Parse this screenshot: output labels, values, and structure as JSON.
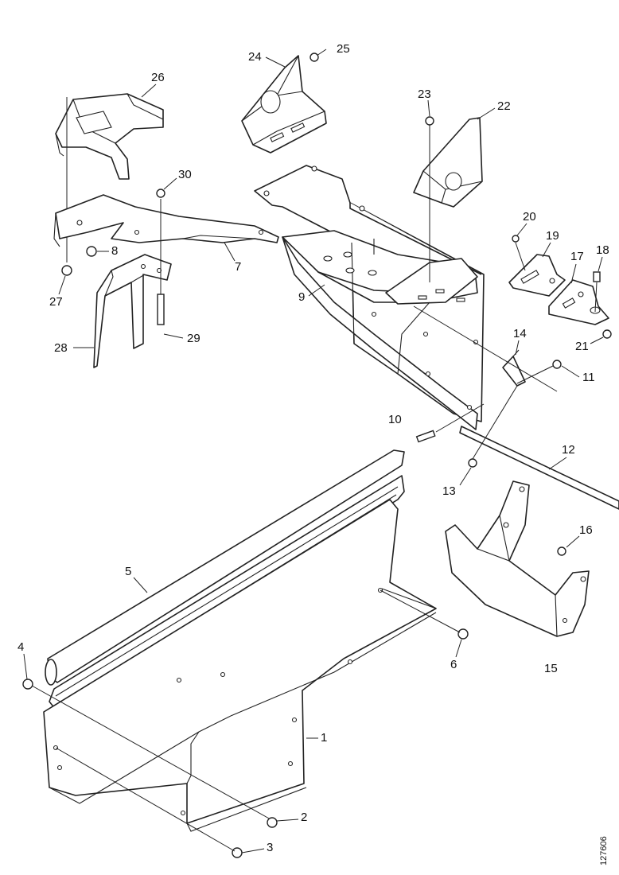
{
  "figure_id": "127606",
  "callouts": [
    {
      "id": "c1",
      "label": "1"
    },
    {
      "id": "c2",
      "label": "2"
    },
    {
      "id": "c3",
      "label": "3"
    },
    {
      "id": "c4",
      "label": "4"
    },
    {
      "id": "c5",
      "label": "5"
    },
    {
      "id": "c6",
      "label": "6"
    },
    {
      "id": "c7",
      "label": "7"
    },
    {
      "id": "c8",
      "label": "8"
    },
    {
      "id": "c9",
      "label": "9"
    },
    {
      "id": "c10",
      "label": "10"
    },
    {
      "id": "c11",
      "label": "11"
    },
    {
      "id": "c12",
      "label": "12"
    },
    {
      "id": "c13",
      "label": "13"
    },
    {
      "id": "c14",
      "label": "14"
    },
    {
      "id": "c15",
      "label": "15"
    },
    {
      "id": "c16",
      "label": "16"
    },
    {
      "id": "c17",
      "label": "17"
    },
    {
      "id": "c18",
      "label": "18"
    },
    {
      "id": "c19",
      "label": "19"
    },
    {
      "id": "c20",
      "label": "20"
    },
    {
      "id": "c21",
      "label": "21"
    },
    {
      "id": "c22",
      "label": "22"
    },
    {
      "id": "c23",
      "label": "23"
    },
    {
      "id": "c24",
      "label": "24"
    },
    {
      "id": "c25",
      "label": "25"
    },
    {
      "id": "c26",
      "label": "26"
    },
    {
      "id": "c27",
      "label": "27"
    },
    {
      "id": "c28",
      "label": "28"
    },
    {
      "id": "c29",
      "label": "29"
    },
    {
      "id": "c30",
      "label": "30"
    }
  ]
}
